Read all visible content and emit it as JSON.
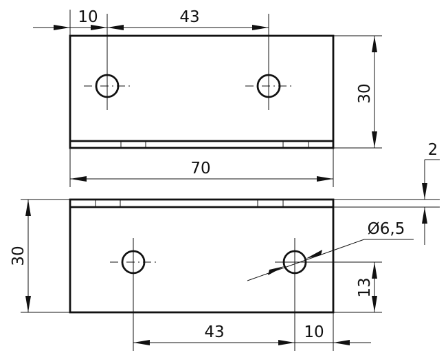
{
  "dimensions": {
    "top_view": {
      "left_offset": "10",
      "hole_spacing": "43",
      "height": "30",
      "overall_width": "70"
    },
    "bottom_view": {
      "height": "30",
      "hole_diameter": "Ø6,5",
      "hole_height": "13",
      "hole_spacing": "43",
      "right_offset": "10"
    },
    "plate_thickness": "2"
  }
}
